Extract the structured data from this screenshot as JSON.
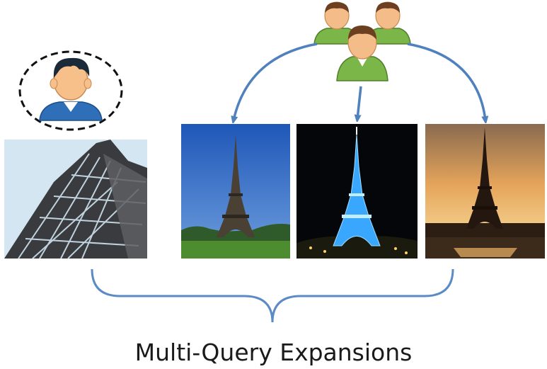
{
  "caption": "Multi-Query Expansions",
  "icons": {
    "single_user": "user-icon",
    "user_group": "user-group-icon"
  },
  "images": [
    {
      "name": "eiffel-closeup-photo",
      "sky": "#cfe3ef"
    },
    {
      "name": "eiffel-daytime-photo",
      "sky": "#2c66c2"
    },
    {
      "name": "eiffel-night-photo",
      "sky": "#05060a"
    },
    {
      "name": "eiffel-sunset-photo",
      "sky": "#d79a55"
    }
  ],
  "colors": {
    "arrow": "#4f81bd",
    "bracket": "#5b8ac4",
    "user_shirt": "#2f6fb7",
    "group_shirt": "#7ab648"
  }
}
